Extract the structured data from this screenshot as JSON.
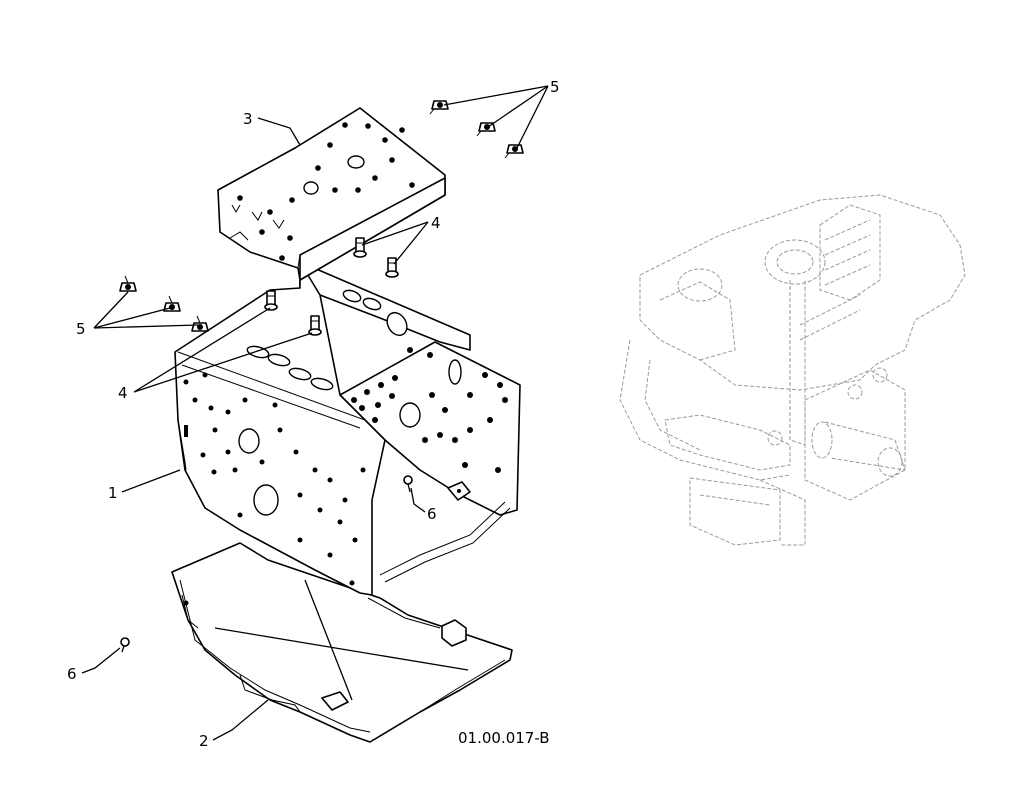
{
  "diagram": {
    "reference_code": "01.00.017-B",
    "callouts": {
      "c1": "1",
      "c2": "2",
      "c3": "3",
      "c4a": "4",
      "c4b": "4",
      "c5a": "5",
      "c5b": "5",
      "c6a": "6",
      "c6b": "6"
    },
    "colors": {
      "ink": "#000000",
      "ghost": "#9a9a9a",
      "background": "#ffffff"
    }
  }
}
